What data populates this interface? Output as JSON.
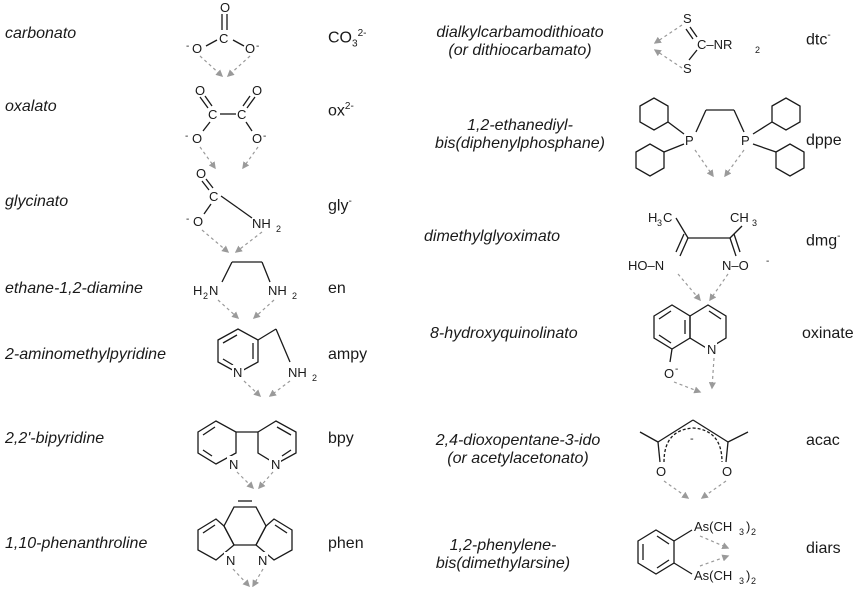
{
  "left": [
    {
      "name": "carbonato",
      "abbr": "CO",
      "abbr_sub": "3",
      "abbr_sup": "2-"
    },
    {
      "name": "oxalato",
      "abbr": "ox",
      "abbr_sup": "2-"
    },
    {
      "name": "glycinato",
      "abbr": "gly",
      "abbr_sup": "-"
    },
    {
      "name": "ethane-1,2-diamine",
      "abbr": "en"
    },
    {
      "name": "2-aminomethylpyridine",
      "abbr": "ampy"
    },
    {
      "name": "2,2'-bipyridine",
      "abbr": "bpy"
    },
    {
      "name": "1,10-phenanthroline",
      "abbr": "phen"
    }
  ],
  "right": [
    {
      "name": "dialkylcarbamodithioato",
      "name2": "(or dithiocarbamato)",
      "abbr": "dtc",
      "abbr_sup": "-"
    },
    {
      "name": "1,2-ethanediyl-",
      "name2": "bis(diphenylphosphane)",
      "abbr": "dppe"
    },
    {
      "name": "dimethylglyoximato",
      "abbr": "dmg",
      "abbr_sup": "-"
    },
    {
      "name": "8-hydroxyquinolinato",
      "abbr": "oxinate"
    },
    {
      "name": "2,4-dioxopentane-3-ido",
      "name2": "(or acetylacetonato)",
      "abbr": "acac"
    },
    {
      "name": "1,2-phenylene-",
      "name2": "bis(dimethylarsine)",
      "abbr": "diars"
    }
  ],
  "atoms": {
    "O": "O",
    "O_minus": "O",
    "C": "C",
    "N": "N",
    "S": "S",
    "P": "P",
    "NH2": "NH",
    "H2N": "H",
    "two": "2",
    "minus": "-",
    "NR2": "C–NR",
    "H3C": "H",
    "CH3": "CH",
    "three": "3",
    "HO_N": "HO–N",
    "N_O": "N–O",
    "AsMe2": "As(CH",
    "close": ")"
  }
}
